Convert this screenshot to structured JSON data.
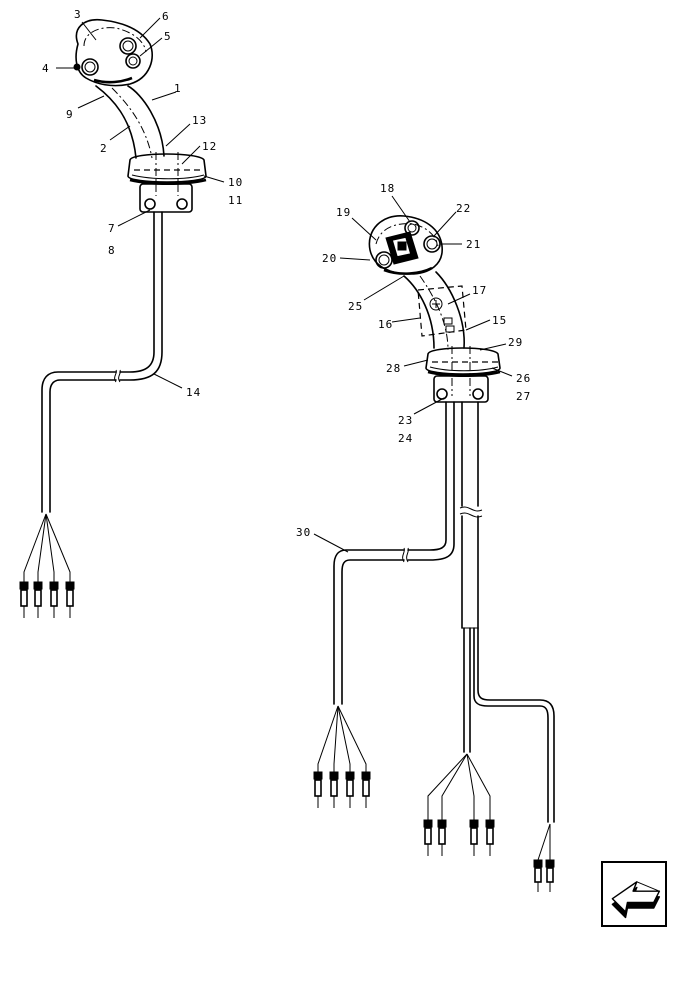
{
  "diagram": {
    "part_labels": [
      "1",
      "2",
      "3",
      "4",
      "5",
      "6",
      "7",
      "8",
      "9",
      "10",
      "11",
      "12",
      "13",
      "14",
      "15",
      "16",
      "17",
      "18",
      "19",
      "20",
      "21",
      "22",
      "23",
      "24",
      "25",
      "26",
      "27",
      "28",
      "29",
      "30"
    ]
  },
  "navigation": {
    "icon": "arrow-left-down-icon"
  }
}
